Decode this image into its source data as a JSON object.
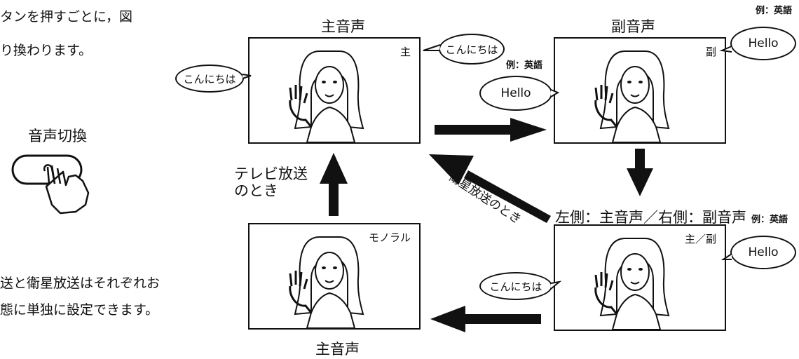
{
  "text_left": {
    "line1": "タンを押すごとに，図",
    "line2": "り換わります。",
    "button_label": "音声切換",
    "note1": "送と衛星放送はそれぞれお",
    "note2": "態に単独に設定できます。"
  },
  "screens": {
    "top_left": {
      "title": "主音声",
      "tag": "主"
    },
    "top_right": {
      "title": "副音声",
      "tag": "副"
    },
    "bottom_right": {
      "caption": "左側：主音声／右側：副音声",
      "tag": "主／副"
    },
    "bottom_left": {
      "title": "主音声",
      "tag": "モノラル"
    }
  },
  "bubbles": {
    "konnichiwa": "こんにちは",
    "hello": "Hello"
  },
  "example_label": "例：英語",
  "arrows": {
    "tv_label_1": "テレビ放送",
    "tv_label_2": "のとき",
    "satellite_label": "衛星放送のとき"
  }
}
